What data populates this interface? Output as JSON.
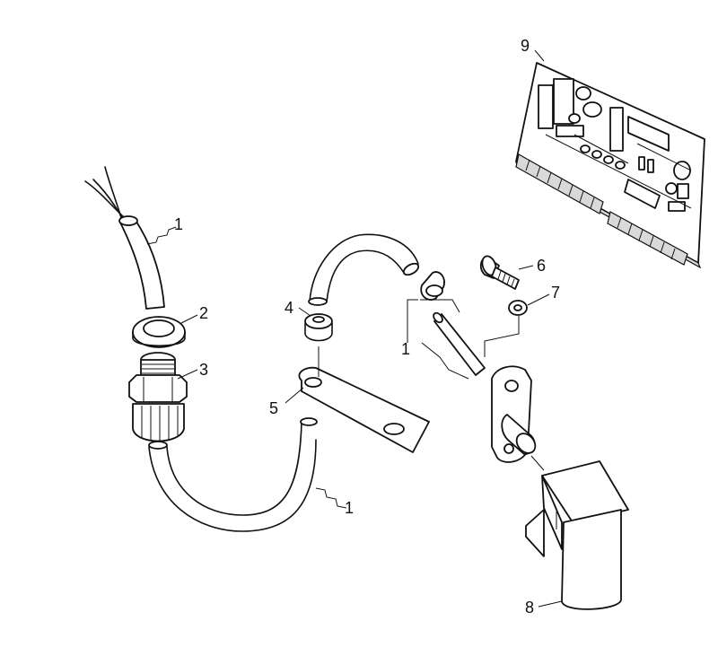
{
  "diagram": {
    "callouts": [
      {
        "id": "c1a",
        "text": "1"
      },
      {
        "id": "c2",
        "text": "2"
      },
      {
        "id": "c3",
        "text": "3"
      },
      {
        "id": "c4",
        "text": "4"
      },
      {
        "id": "c5",
        "text": "5"
      },
      {
        "id": "c1b",
        "text": "1"
      },
      {
        "id": "c6",
        "text": "6"
      },
      {
        "id": "c7",
        "text": "7"
      },
      {
        "id": "c1c",
        "text": "1"
      },
      {
        "id": "c8",
        "text": "8"
      },
      {
        "id": "c9",
        "text": "9"
      }
    ]
  }
}
